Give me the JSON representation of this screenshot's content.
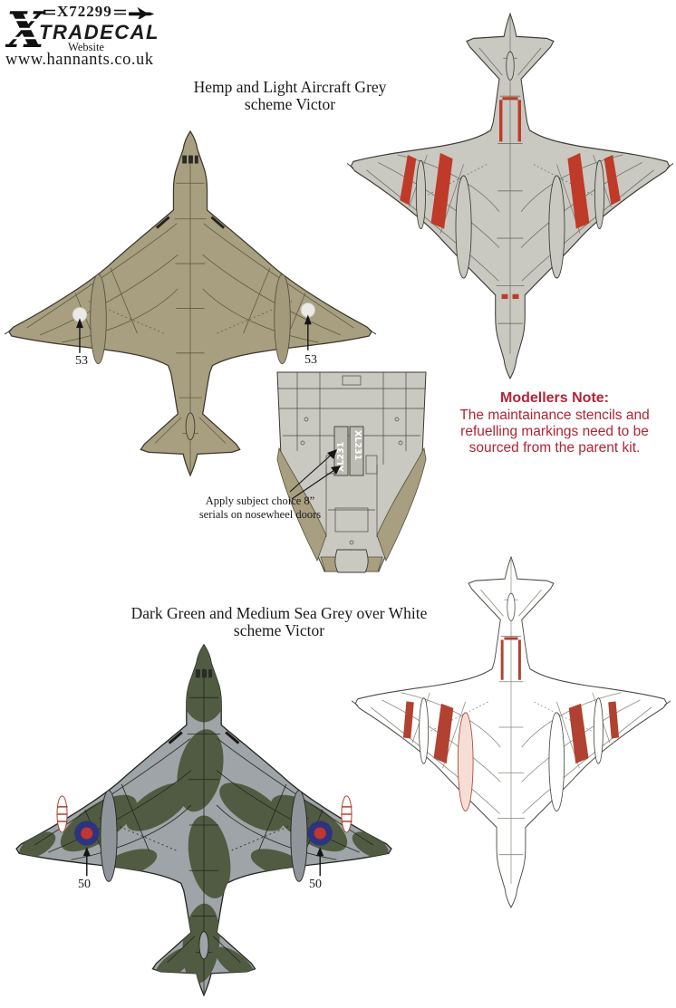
{
  "header": {
    "product_code": "X72299",
    "brand_prefix": "X",
    "brand": "TRADECAL",
    "website_label": "Website",
    "website_url": "www.hannants.co.uk"
  },
  "schemes": [
    {
      "title_line1": "Hemp and Light Aircraft Grey",
      "title_line2": "scheme Victor",
      "decal_labels": [
        "53",
        "53"
      ]
    },
    {
      "title_line1": "Dark Green and Medium Sea Grey over White",
      "title_line2": "scheme Victor",
      "decal_labels": [
        "50",
        "50"
      ]
    }
  ],
  "inset": {
    "caption_line1": "Apply subject choice 8”",
    "caption_line2": "serials on nosewheel doors",
    "serial": "XL231"
  },
  "modellers_note": {
    "heading": "Modellers Note:",
    "body_lines": [
      "The maintainance stencils and",
      "refuelling markings need to be",
      "sourced from the parent kit."
    ]
  },
  "colors": {
    "hemp": "#a89f80",
    "underside_grey": "#c9c8c1",
    "camo_green": "#515b41",
    "camo_grey": "#9ea4a7",
    "red_marking": "#bf3a28",
    "note_red": "#b22433",
    "roundel_blue": "#2c3480",
    "roundel_red": "#c43430"
  }
}
